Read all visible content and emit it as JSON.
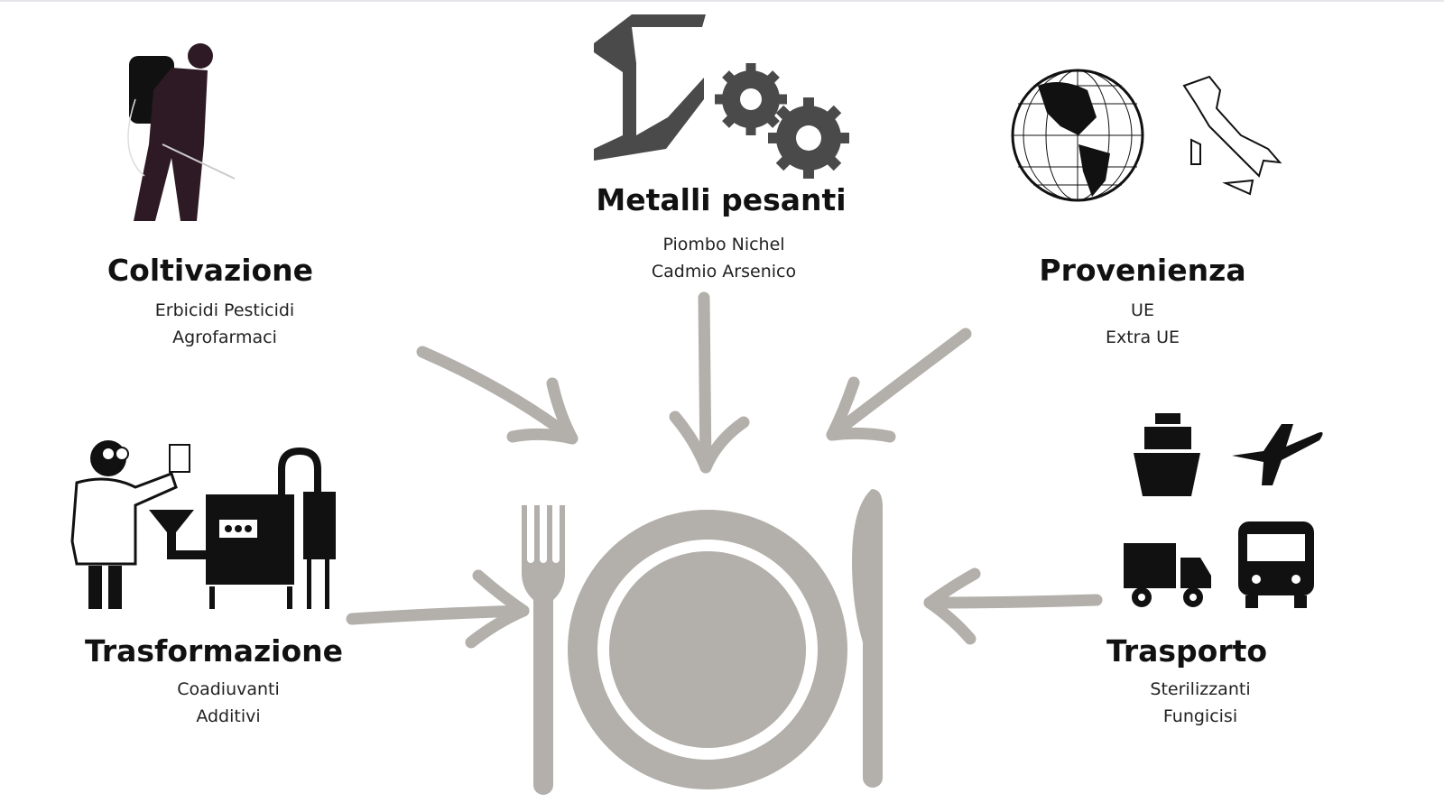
{
  "colors": {
    "accent_gray": "#b3afaa",
    "icon_dark": "#111111",
    "metal": "#4a4a4a",
    "farmer": "#2e1a24"
  },
  "center_icon": "plate-fork-knife-icon",
  "sources": {
    "coltivazione": {
      "title": "Coltivazione",
      "lines": [
        "Erbicidi Pesticidi",
        "Agrofarmaci"
      ],
      "icon": "farmer-sprayer-icon"
    },
    "metalli": {
      "title": "Metalli pesanti",
      "lines": [
        "Piombo Nichel",
        "Cadmio Arsenico"
      ],
      "icon": "ibeam-gears-icon"
    },
    "provenienza": {
      "title": "Provenienza",
      "lines": [
        "UE",
        "Extra UE"
      ],
      "icon": "globe-italy-icon"
    },
    "trasformazione": {
      "title": "Trasformazione",
      "lines": [
        "Coadiuvanti",
        "Additivi"
      ],
      "icon": "scientist-machine-icon"
    },
    "trasporto": {
      "title": "Trasporto",
      "lines": [
        "Sterilizzanti",
        "Fungicisi"
      ],
      "icon": "ship-plane-truck-bus-icon"
    }
  }
}
